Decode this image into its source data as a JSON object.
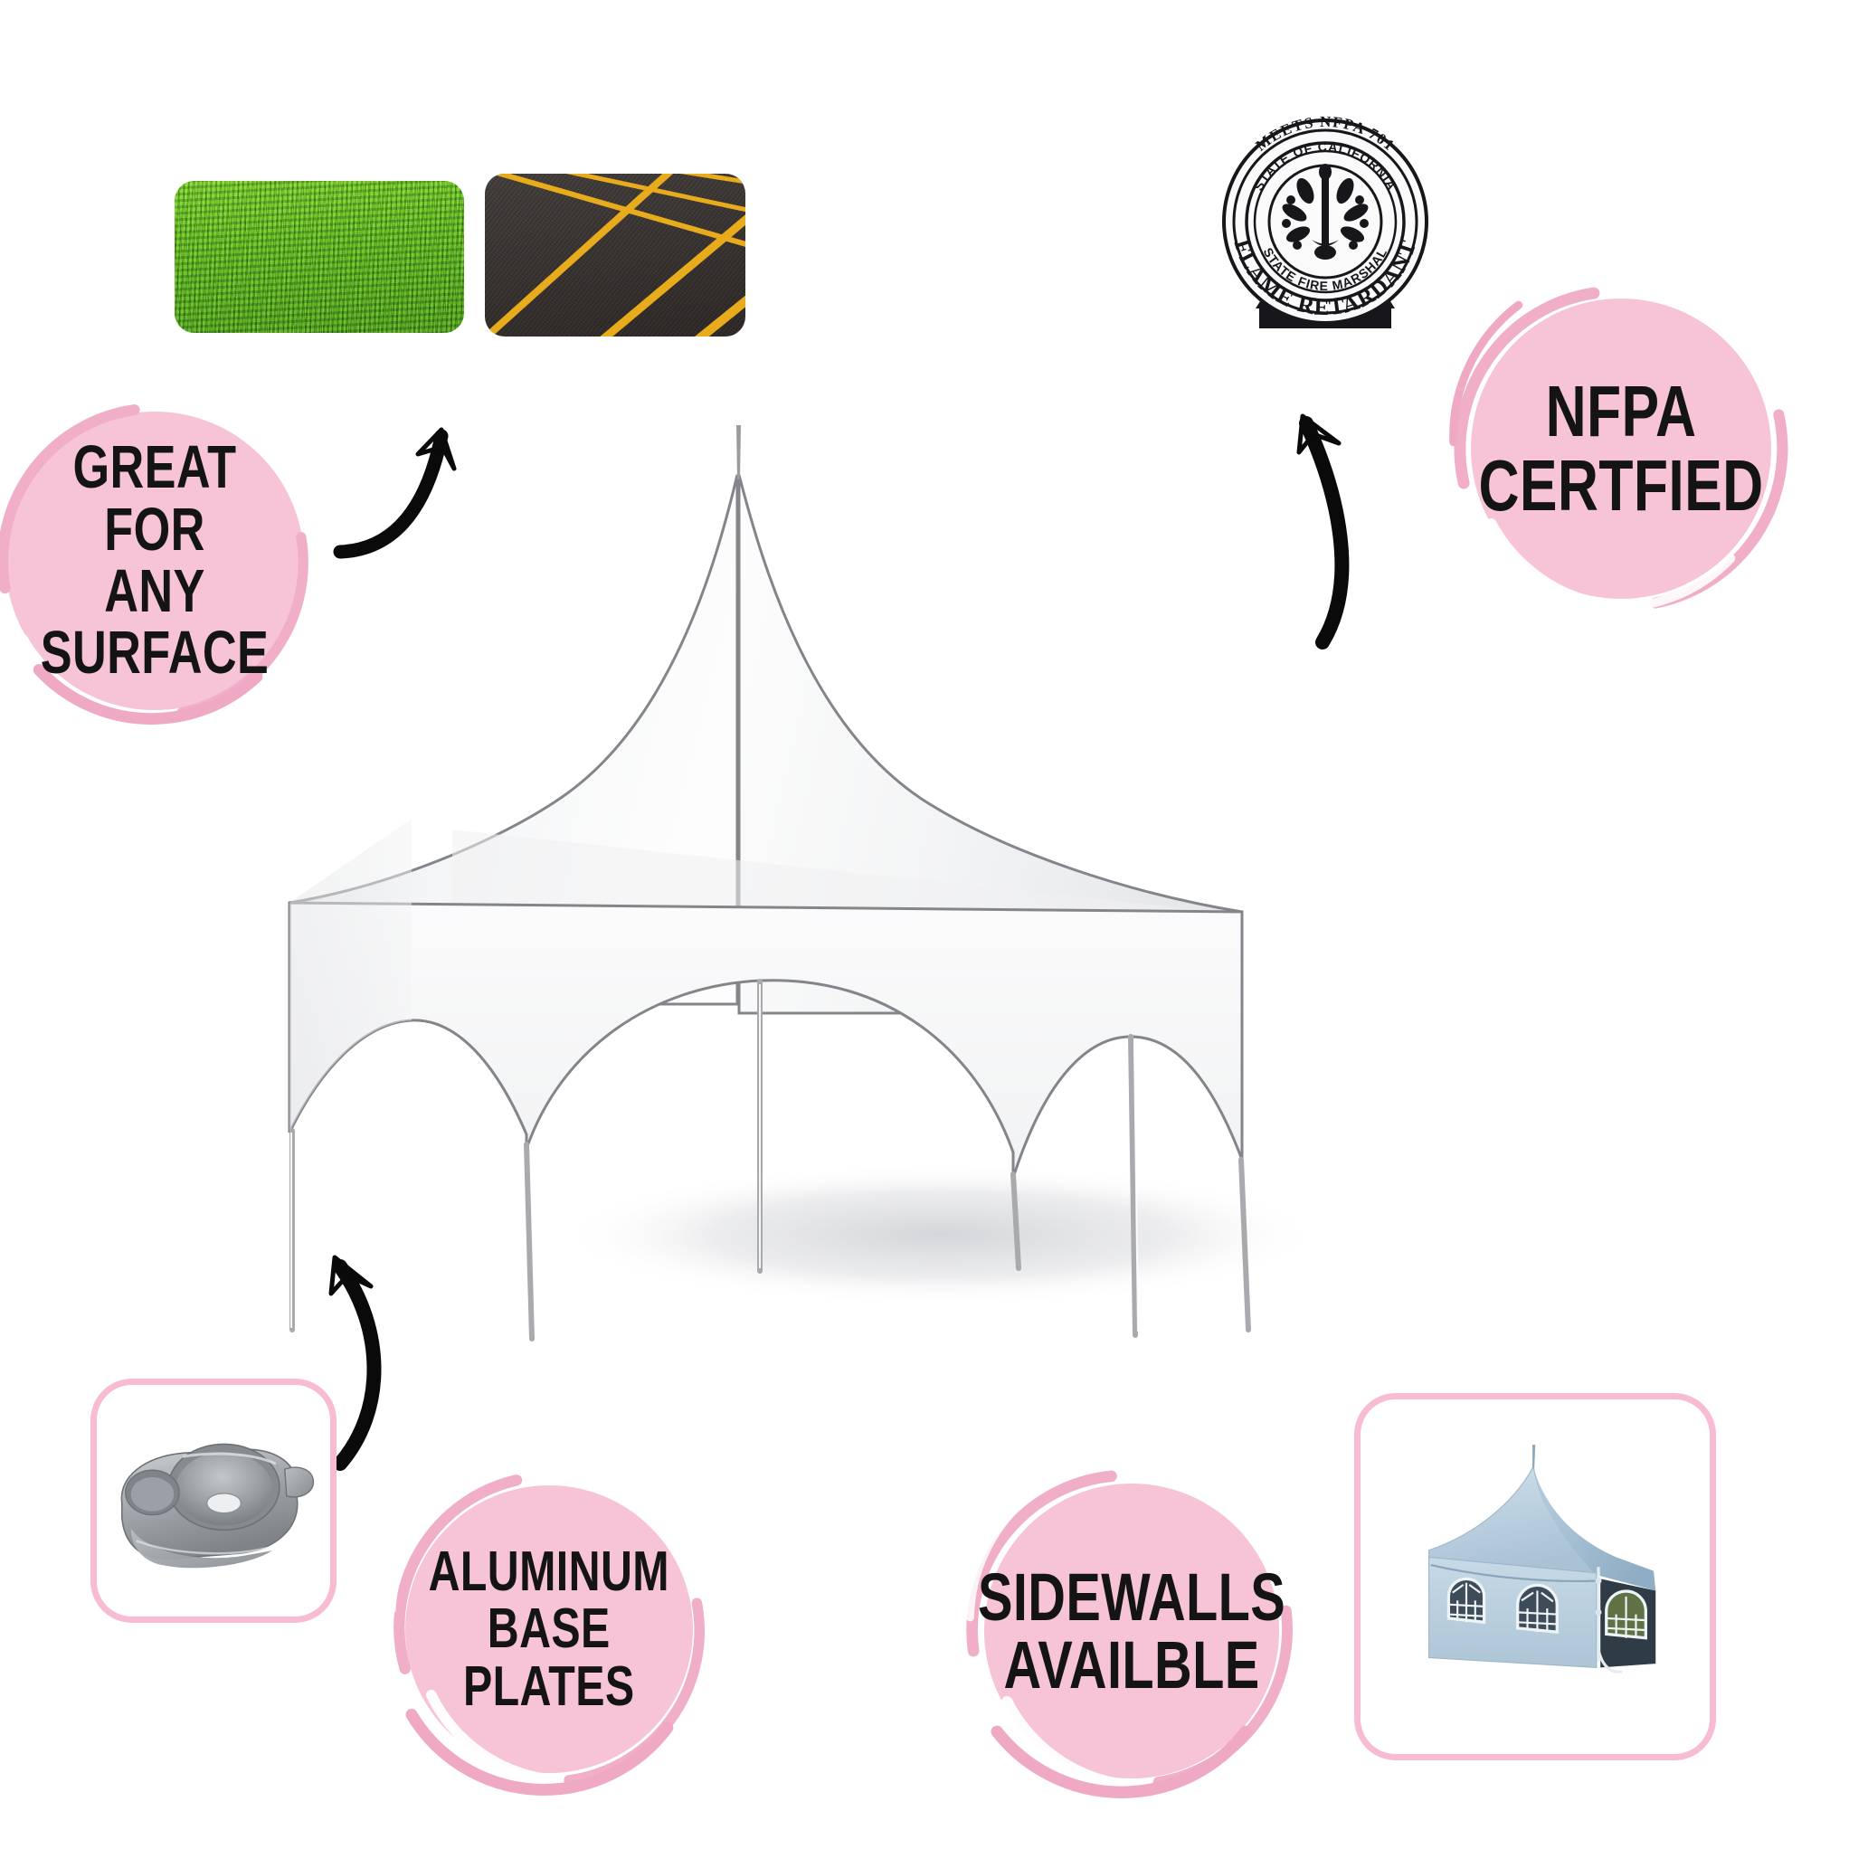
{
  "page": {
    "background_color": "#ffffff",
    "accent_pink": "#f6c3d7",
    "accent_pink_border": "#f7bcd3",
    "text_color": "#141414"
  },
  "badges": [
    {
      "id": "great-for-any-surface",
      "text": "GREAT FOR\nANY\nSURFACE"
    },
    {
      "id": "nfpa-certfied",
      "text": "NFPA\nCERTFIED"
    },
    {
      "id": "aluminum-base-plates",
      "text": "ALUMINUM\nBASE PLATES"
    },
    {
      "id": "sidewalls-availble",
      "text": "SIDEWALLS\nAVAILBLE"
    }
  ],
  "seal": {
    "outer_top_text": "MEETS NFPA 701",
    "outer_bottom_text": "FLAME RETARDANT",
    "inner_top_text": "STATE OF CALIFORNIA",
    "inner_bottom_text": "STATE FIRE MARSHAL",
    "ink_color": "#17161a"
  },
  "photos": [
    {
      "id": "grass-surface-photo",
      "caption": "green grass surface"
    },
    {
      "id": "asphalt-surface-photo",
      "caption": "asphalt parking lot with yellow lines"
    },
    {
      "id": "base-plate-photo",
      "caption": "aluminum base plate"
    },
    {
      "id": "sidewall-tent-photo",
      "caption": "tent with sidewalls and arched windows",
      "tent_color": "#b9cddd"
    }
  ],
  "main_product": {
    "id": "high-peak-frame-tent",
    "caption": "white high peak frame tent",
    "canopy_color": "#ffffff",
    "outline_color": "#7d7d83"
  },
  "arrows": [
    {
      "id": "arrow-to-surfaces",
      "from": "great-for-any-surface",
      "to": "grass-surface-photo"
    },
    {
      "id": "arrow-to-seal",
      "from": "nfpa-certfied",
      "to": "nfpa-seal"
    },
    {
      "id": "arrow-to-base-plate",
      "from": "aluminum-base-plates",
      "to": "base-plate-photo"
    }
  ]
}
